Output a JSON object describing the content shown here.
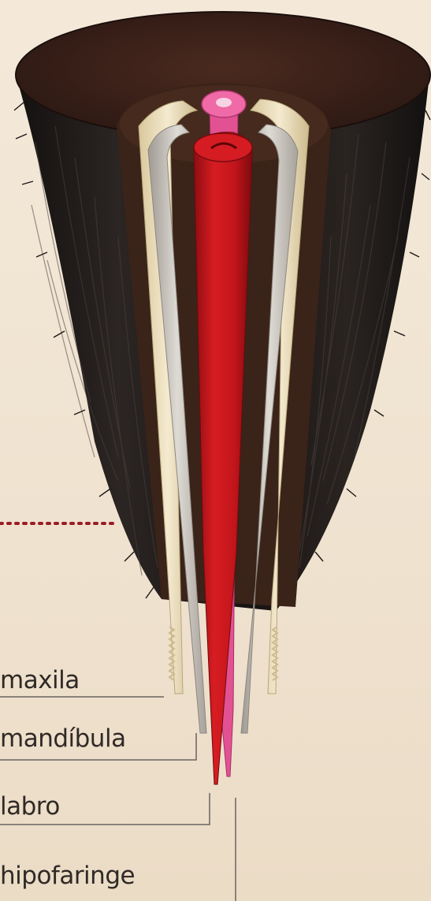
{
  "labels": {
    "maxila": "maxila",
    "mandibula": "mandíbula",
    "labro": "labro",
    "hipofaringe": "hipofaringe"
  },
  "colors": {
    "background": "#f2e6d4",
    "head_fur": "#1e1a18",
    "head_top": "#3a2018",
    "maxila": "#efe2c0",
    "mandibula": "#c9c4bd",
    "labro": "#c9161e",
    "hipofaringe": "#e04d90",
    "leader_line": "#6a6460",
    "dotted_line": "#9b1c24"
  },
  "icons": {
    "diagram": "mosquito-proboscis-cross-section"
  }
}
